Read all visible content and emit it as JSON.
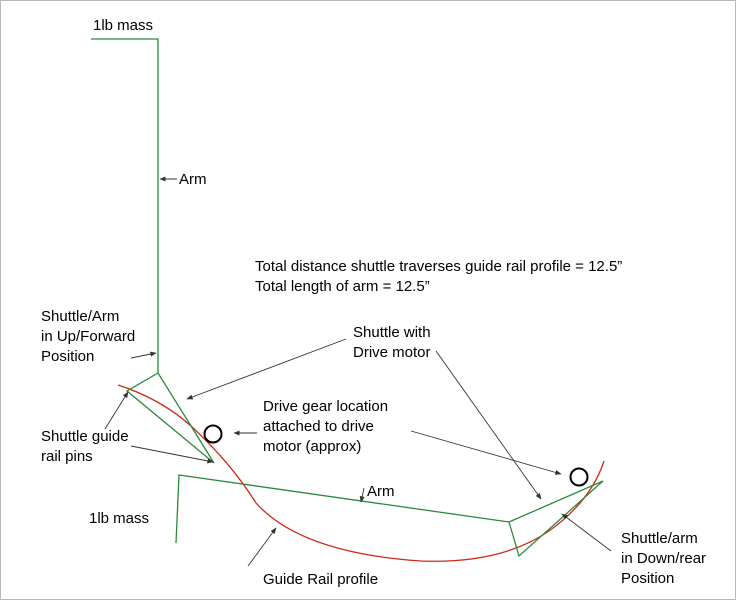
{
  "labels": {
    "mass_top": "1lb mass",
    "arm_top": "Arm",
    "info_line1": "Total distance shuttle traverses guide rail profile = 12.5”",
    "info_line2": "Total length of arm = 12.5”",
    "shuttle_up": [
      "Shuttle/Arm",
      "in Up/Forward",
      "Position"
    ],
    "shuttle_drive": [
      "Shuttle with",
      "Drive motor"
    ],
    "drive_gear": [
      "Drive gear location",
      "attached to drive",
      "motor (approx)"
    ],
    "guide_pins": [
      "Shuttle guide",
      "rail pins"
    ],
    "arm_bottom": "Arm",
    "mass_bottom": "1lb mass",
    "shuttle_down": [
      "Shuttle/arm",
      "in Down/rear",
      "Position"
    ],
    "guide_rail": "Guide Rail profile"
  },
  "colors": {
    "arm": "#2a8a3a",
    "rail": "#cc2a1a",
    "leader": "#333333",
    "gear": "#000000"
  }
}
